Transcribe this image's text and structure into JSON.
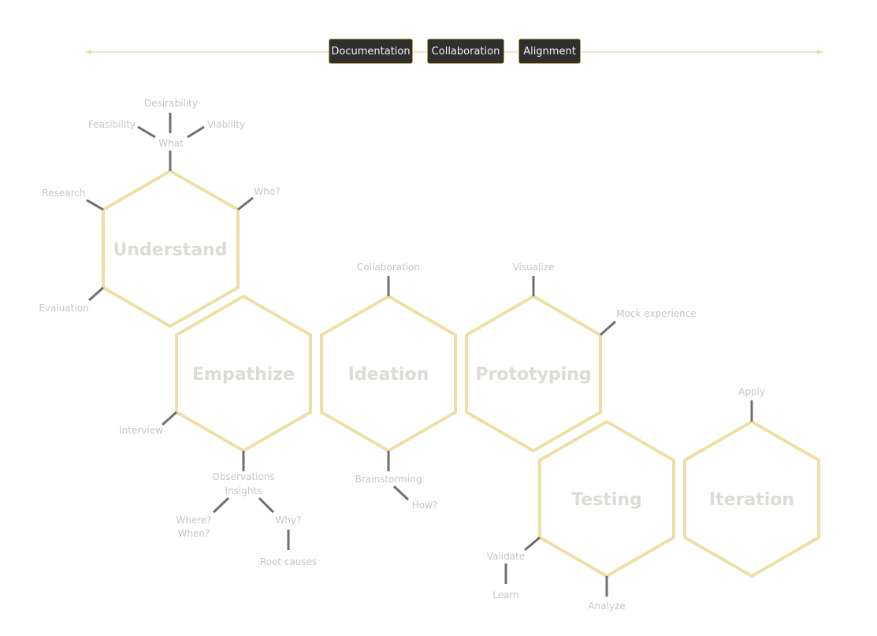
{
  "header": {
    "tags": [
      "Documentation",
      "Collaboration",
      "Alignment"
    ]
  },
  "stages": {
    "understand": {
      "title": "Understand",
      "labels": {
        "desirability": "Desirability",
        "feasibility": "Feasibility",
        "viability": "Viability",
        "what": "What",
        "research": "Research",
        "who": "Who?",
        "evaluation": "Evaluation"
      }
    },
    "empathize": {
      "title": "Empathize",
      "labels": {
        "interview": "Interview",
        "observations": "Observations",
        "insights": "Insights",
        "where": "Where?",
        "when": "When?",
        "why": "Why?",
        "root_causes": "Root causes"
      }
    },
    "ideation": {
      "title": "Ideation",
      "labels": {
        "collaboration": "Collaboration",
        "brainstorming": "Brainstorming",
        "how": "How?"
      }
    },
    "prototyping": {
      "title": "Prototyping",
      "labels": {
        "visualize": "Visualize",
        "mock_experience": "Mock experience"
      }
    },
    "testing": {
      "title": "Testing",
      "labels": {
        "validate": "Validate",
        "learn": "Learn",
        "analyze": "Analyze"
      }
    },
    "iteration": {
      "title": "Iteration",
      "labels": {
        "apply": "Apply"
      }
    }
  },
  "colors": {
    "hex_stroke": "#eddfa6",
    "title_text": "#dcdbd6",
    "label_text": "#c6c6c6",
    "stem": "#6f6f6f",
    "tag_bg": "#2f2f2f",
    "tag_border": "#b9a25a"
  }
}
